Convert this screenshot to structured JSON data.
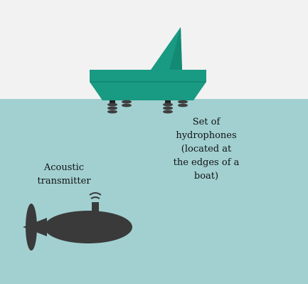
{
  "labels": {
    "hydrophones": [
      "Set of",
      "hydrophones",
      "(located at",
      "the edges of a",
      "boat)"
    ],
    "transmitter": [
      "Acoustic",
      "transmitter"
    ]
  },
  "colors": {
    "sky": "#f2f2f2",
    "water": "#a2d0d1",
    "boat": "#199a83",
    "boat_edge": "#0e7d69",
    "hydrophone": "#3f3f3f",
    "submarine": "#3a3a3a",
    "text": "#111111"
  },
  "icons": {
    "boat": "boat-icon",
    "hydrophone": "hydrophone-icon",
    "submarine": "submarine-icon",
    "transmitter": "acoustic-transmitter-icon"
  }
}
